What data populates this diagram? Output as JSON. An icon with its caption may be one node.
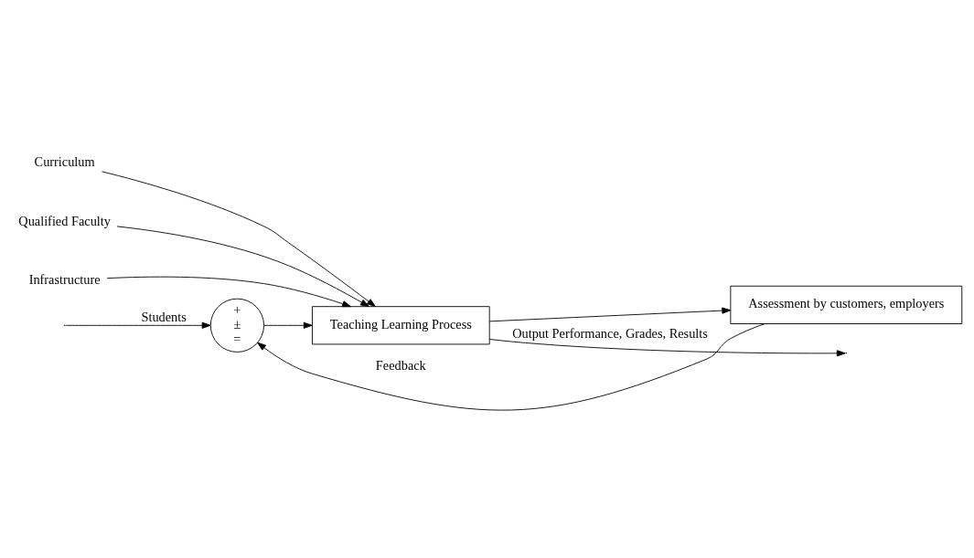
{
  "diagram": {
    "nodes": [
      {
        "text": [
          "+",
          "±",
          "="
        ]
      },
      {
        "text": [
          "Teaching Learning Process"
        ]
      },
      {
        "text": [
          "Curriculum"
        ]
      },
      {
        "text": [
          "Qualified Faculty"
        ]
      },
      {
        "text": [
          "Infrastructure"
        ]
      },
      {
        "text": [
          "Assessment by customers, employers"
        ]
      }
    ],
    "edges": [
      {
        "from": null,
        "to": 0,
        "arrow": "to",
        "label": "Students"
      },
      {
        "from": 0,
        "to": 1,
        "arrow": "to"
      },
      {
        "from": 2,
        "to": 1,
        "arrow": "to"
      },
      {
        "from": 3,
        "to": 1,
        "arrow": "to"
      },
      {
        "from": 4,
        "to": 1,
        "arrow": "to"
      },
      {
        "from": 1,
        "to": null,
        "arrow": "to",
        "label": "Output Performance, Grades, Results"
      },
      {
        "from": 1,
        "to": 5,
        "arrow": "to"
      },
      {
        "from": 5,
        "to": 0,
        "arrow": "to",
        "label": "Feedback"
      }
    ]
  }
}
